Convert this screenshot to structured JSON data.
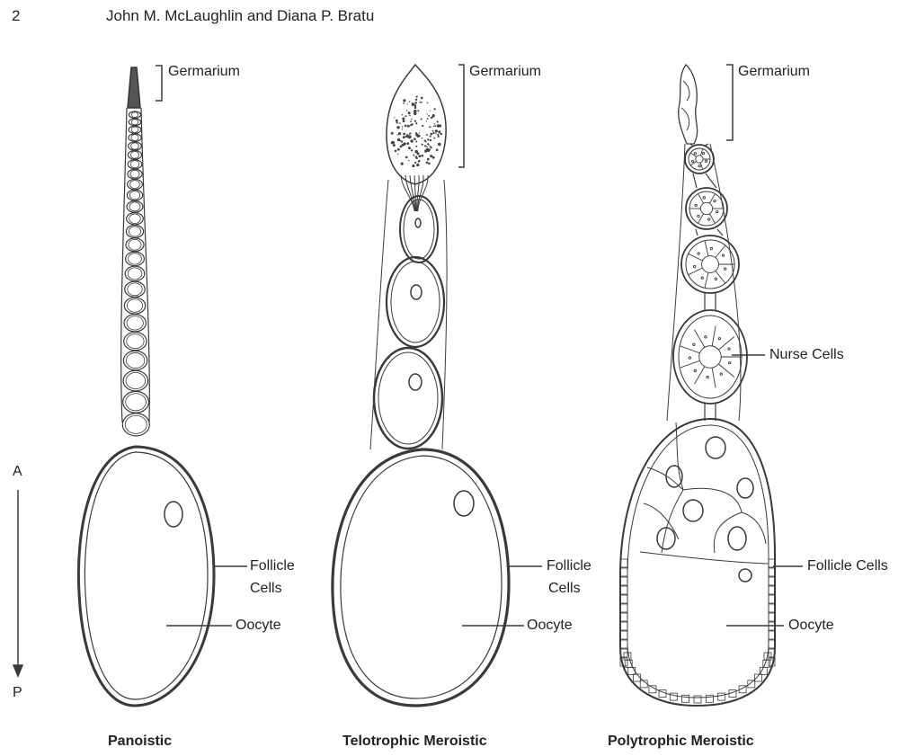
{
  "header": {
    "page_number": "2",
    "authors": "John M. McLaughlin and Diana P. Bratu"
  },
  "axis": {
    "anterior": "A",
    "posterior": "P"
  },
  "panels": [
    {
      "caption": "Panoistic",
      "labels": {
        "germarium": "Germarium",
        "follicle_line1": "Follicle",
        "follicle_line2": "Cells",
        "oocyte": "Oocyte"
      }
    },
    {
      "caption": "Telotrophic Meroistic",
      "labels": {
        "germarium": "Germarium",
        "follicle_line1": "Follicle",
        "follicle_line2": "Cells",
        "oocyte": "Oocyte"
      }
    },
    {
      "caption": "Polytrophic Meroistic",
      "labels": {
        "germarium": "Germarium",
        "nurse_cells": "Nurse Cells",
        "follicle": "Follicle Cells",
        "oocyte": "Oocyte"
      }
    }
  ],
  "colors": {
    "line": "#3a3a3a",
    "background": "#ffffff"
  }
}
